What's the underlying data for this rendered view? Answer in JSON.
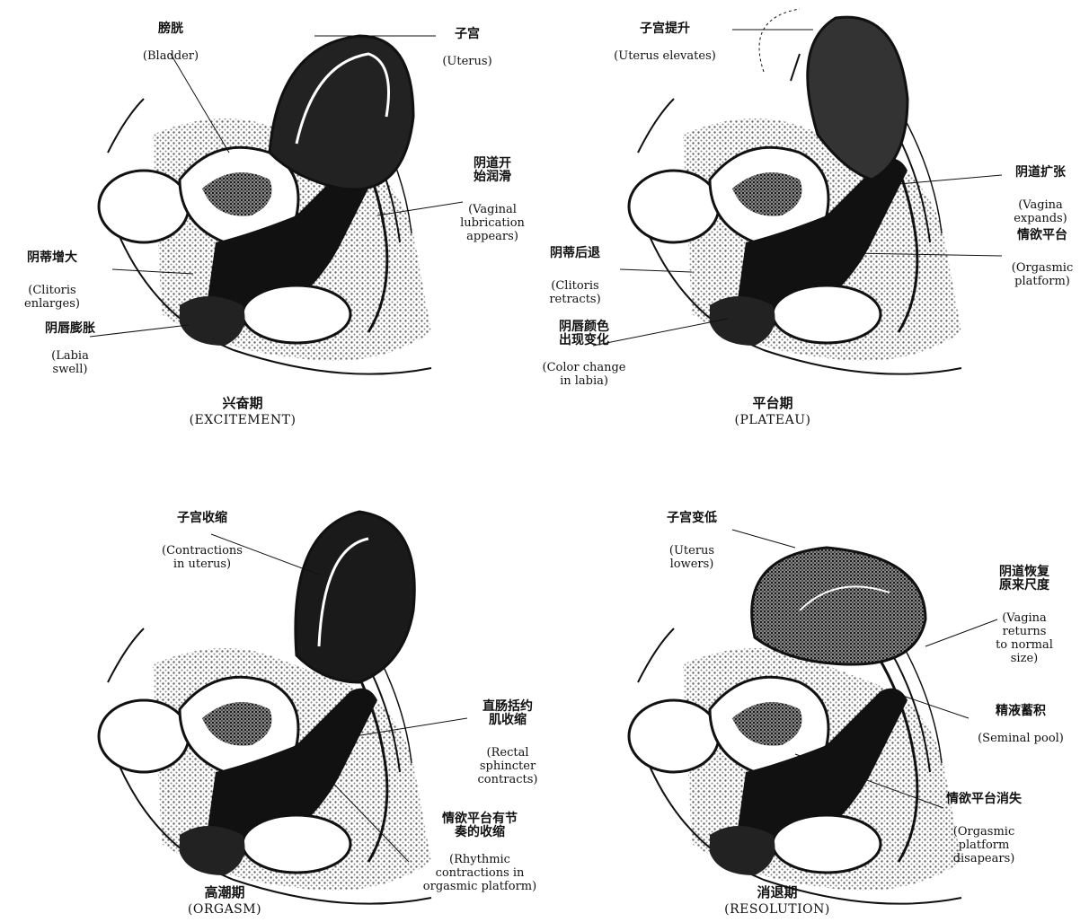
{
  "panels": {
    "excitement": {
      "stage_zh": "兴奋期",
      "stage_en": "(EXCITEMENT)",
      "labels": {
        "bladder_zh": "膀胱",
        "bladder_en": "(Bladder)",
        "uterus_zh": "子宫",
        "uterus_en": "(Uterus)",
        "lube_zh": "阴道开\n始润滑",
        "lube_en": "(Vaginal\nlubrication\nappears)",
        "clitoris_zh": "阴蒂增大",
        "clitoris_en": "(Clitoris\nenlarges)",
        "labia_zh": "阴唇膨胀",
        "labia_en": "(Labia\nswell)"
      }
    },
    "plateau": {
      "stage_zh": "平台期",
      "stage_en": "(PLATEAU)",
      "labels": {
        "uterus_zh": "子宫提升",
        "uterus_en": "(Uterus elevates)",
        "vagina_zh": "阴道扩张",
        "vagina_en": "(Vagina\nexpands)",
        "platform_zh": "情欲平台",
        "platform_en": "(Orgasmic\nplatform)",
        "clitoris_zh": "阴蒂后退",
        "clitoris_en": "(Clitoris\nretracts)",
        "labia_zh": "阴唇颜色\n出现变化",
        "labia_en": "(Color change\nin labia)"
      }
    },
    "orgasm": {
      "stage_zh": "高潮期",
      "stage_en": "(ORGASM)",
      "labels": {
        "uterus_zh": "子宫收缩",
        "uterus_en": "(Contractions\nin uterus)",
        "rectal_zh": "直肠括约\n肌收缩",
        "rectal_en": "(Rectal\nsphincter\ncontracts)",
        "rhythmic_zh": "情欲平台有节\n奏的收缩",
        "rhythmic_en": "(Rhythmic\ncontractions in\norgasmic platform)"
      }
    },
    "resolution": {
      "stage_zh": "消退期",
      "stage_en": "(RESOLUTION)",
      "labels": {
        "uterus_zh": "子宫变低",
        "uterus_en": "(Uterus\nlowers)",
        "vagina_zh": "阴道恢复\n原来尺度",
        "vagina_en": "(Vagina\nreturns\nto normal\nsize)",
        "seminal_zh": "精液蓄积",
        "seminal_en": "(Seminal pool)",
        "platform_zh": "情欲平台消失",
        "platform_en": "(Orgasmic\nplatform\ndisapears)"
      }
    }
  }
}
